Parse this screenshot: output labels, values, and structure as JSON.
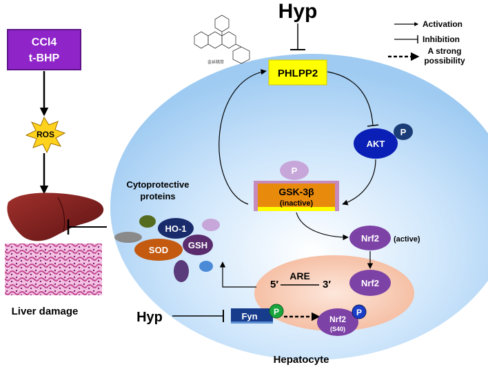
{
  "title": "Hyp",
  "compound": {
    "label": "金丝桃苷"
  },
  "legend": {
    "activation": "Activation",
    "inhibition": "Inhibition",
    "strong_possibility_line1": "A strong",
    "strong_possibility_line2": "possibility"
  },
  "inducer": {
    "line1": "CCl4",
    "line2": "t-BHP"
  },
  "ros": "ROS",
  "liver_damage": "Liver damage",
  "cytoprotective": {
    "line1": "Cytoprotective",
    "line2": "proteins"
  },
  "proteins": {
    "ho1": "HO-1",
    "sod": "SOD",
    "gsh": "GSH"
  },
  "nodes": {
    "phlpp2": "PHLPP2",
    "akt": "AKT",
    "phospho": "P",
    "gsk3b": "GSK-3β",
    "gsk3b_state": "(inactive)",
    "nrf2_active": "Nrf2",
    "nrf2_active_state": "(active)",
    "nrf2_nuclear": "Nrf2",
    "are": "ARE",
    "five_prime": "5′",
    "three_prime": "3′",
    "fyn": "Fyn",
    "nrf2_s40": "Nrf2",
    "s40": "(S40)"
  },
  "hyp_left": "Hyp",
  "hepatocyte": "Hepatocyte",
  "colors": {
    "cell": "#a9d1f3",
    "nucleus": "#f7c8b0",
    "phlpp2": "#ffff00",
    "akt": "#0a1fb5",
    "gsk3b": "#e88a0c",
    "nrf2": "#7d42a6",
    "inducer": "#8f24c9",
    "ros": "#ffd21e",
    "fyn": "#173c8c",
    "phospho_green": "#19a53c"
  }
}
